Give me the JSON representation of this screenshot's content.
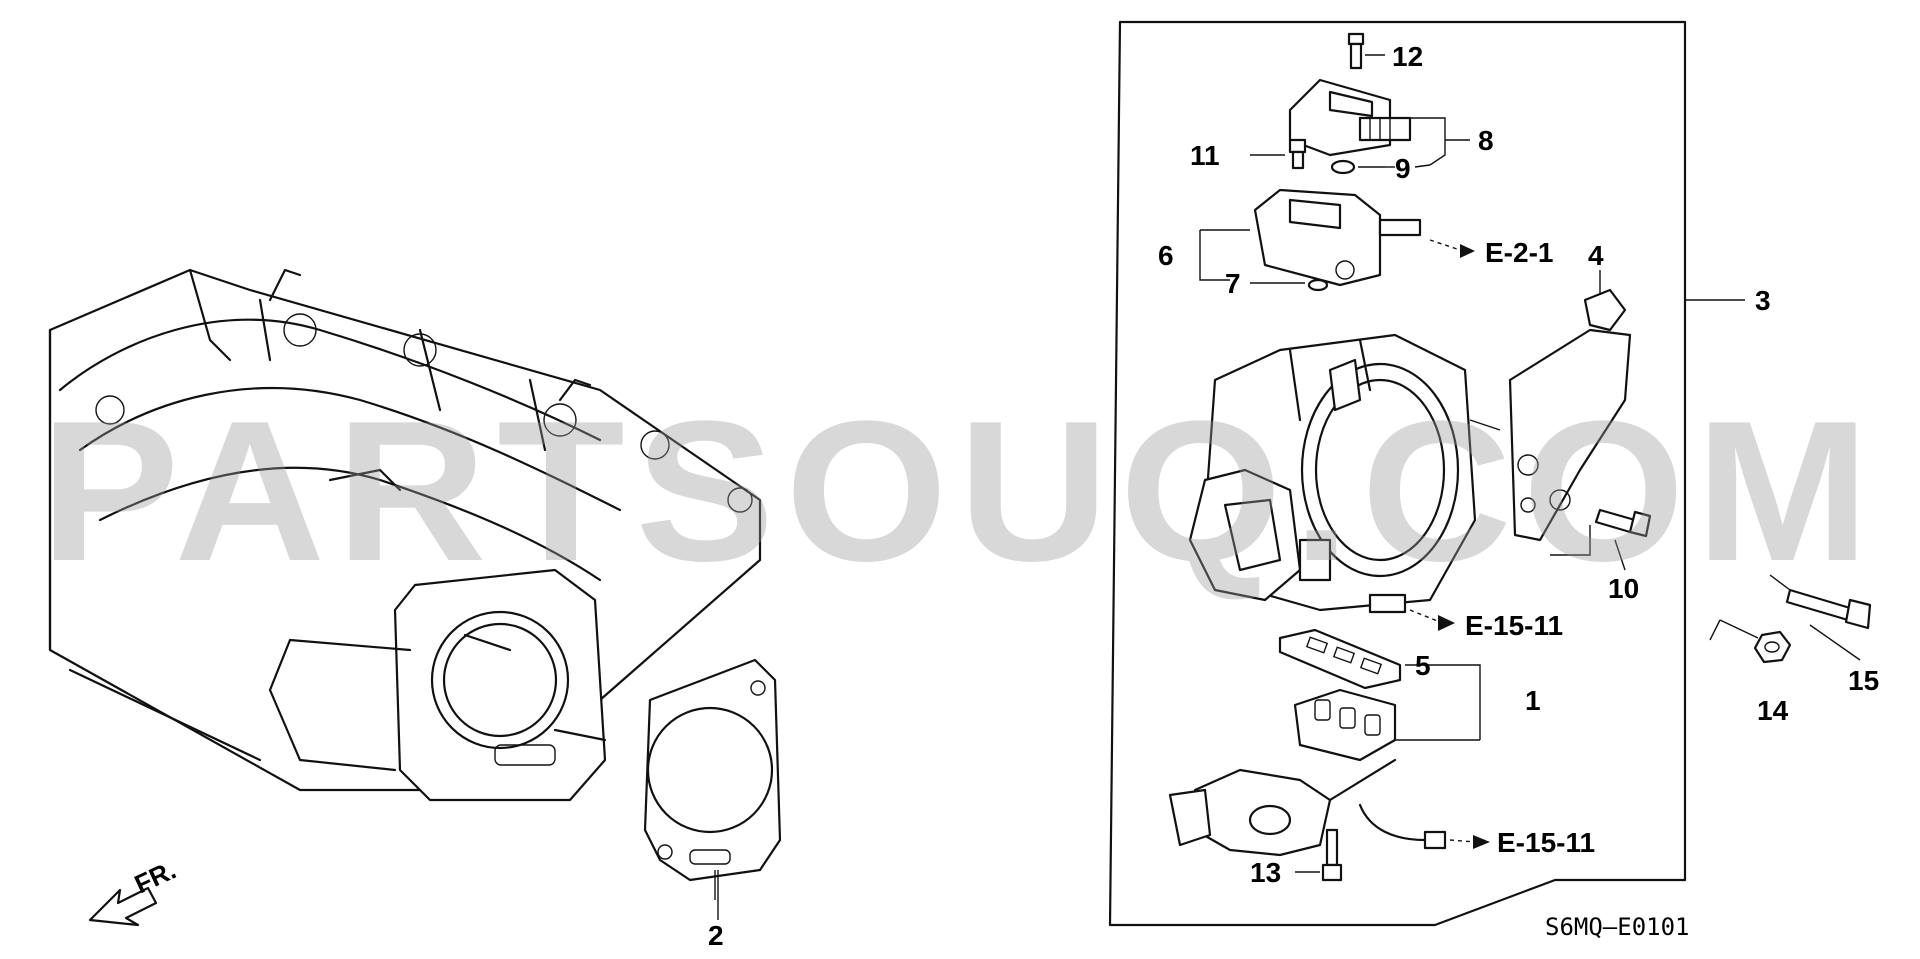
{
  "diagram_code": "S6MQ—E0101",
  "watermark": "PARTSOUQ.COM",
  "front_indicator": "FR.",
  "references": {
    "e_2_1": "E-2-1",
    "e_15_11_a": "E-15-11",
    "e_15_11_b": "E-15-11"
  },
  "callouts": {
    "c1": "1",
    "c2": "2",
    "c3": "3",
    "c4": "4",
    "c5": "5",
    "c6": "6",
    "c7": "7",
    "c8": "8",
    "c9": "9",
    "c10": "10",
    "c11": "11",
    "c12": "12",
    "c13": "13",
    "c14": "14",
    "c15": "15"
  }
}
